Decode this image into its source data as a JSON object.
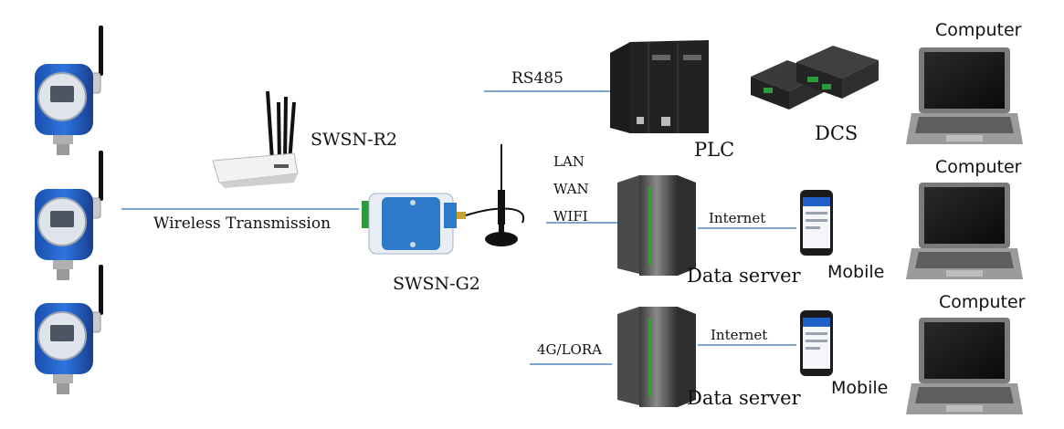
{
  "labels": {
    "rs485": "RS485",
    "plc": "PLC",
    "dcs": "DCS",
    "computer": "Computer",
    "swsn_r2": "SWSN-R2",
    "wireless_transmission": "Wireless Transmission",
    "swsn_g2": "SWSN-G2",
    "lan": "LAN",
    "wan": "WAN",
    "wifi": "WIFI",
    "internet": "Internet",
    "data_server": "Data server",
    "mobile": "Mobile",
    "4g_lora": "4G/LORA"
  },
  "colors": {
    "line": "#2f6fb5",
    "transmitter_blue": "#1f5fc7",
    "gateway_blue": "#2e79c9",
    "device_dark": "#1c1c1c",
    "server_gray": "#5a5a5a",
    "laptop_gray": "#7a7a7a"
  }
}
